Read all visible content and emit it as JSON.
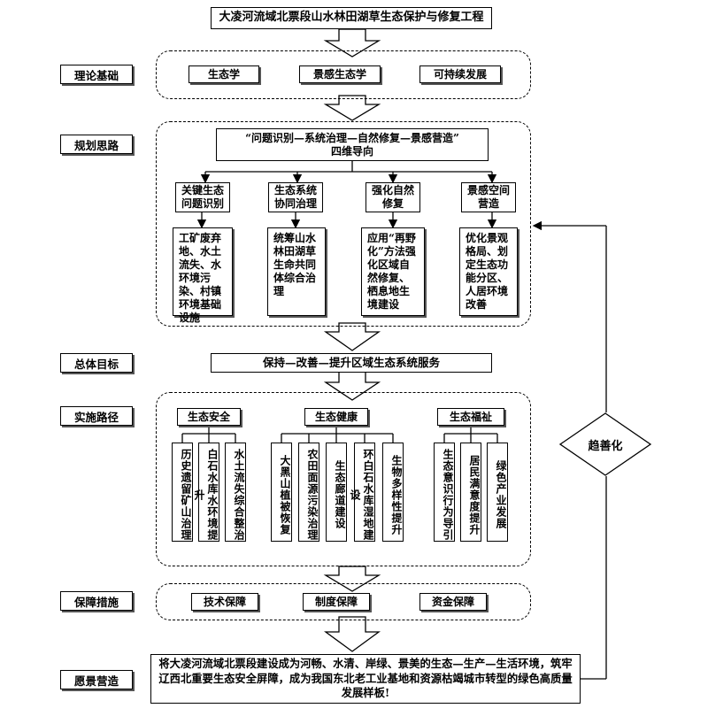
{
  "title": "大凌河流域北票段山水林田湖草生态保护与修复工程",
  "side_labels": [
    "理论基础",
    "规划思路",
    "总体目标",
    "实施路径",
    "保障措施",
    "愿景营造"
  ],
  "theory": [
    "生态学",
    "景感生态学",
    "可持续发展"
  ],
  "planning": {
    "header_line1": "“问题识别—系统治理—自然修复—景感营造”",
    "header_line2": "四维导向",
    "columns": [
      {
        "title": "关键生态问题识别",
        "detail": "工矿废弃地、水土流失、水环境污染、村镇环境基础设施"
      },
      {
        "title": "生态系统协同治理",
        "detail": "统筹山水林田湖草生命共同体综合治理"
      },
      {
        "title": "强化自然修复",
        "detail": "应用“再野化”方法强化区域自然修复、栖息地生境建设"
      },
      {
        "title": "景感空间营造",
        "detail": "优化景观格局、划定生态功能分区、人居环境改善"
      }
    ]
  },
  "goal": "保持—改善—提升区域生态系统服务",
  "paths": {
    "groups": [
      "生态安全",
      "生态健康",
      "生态福祉"
    ],
    "security": [
      "历史遗留矿山治理",
      "白石水库水环境提升",
      "水土流失综合整治"
    ],
    "health": [
      "大黑山植被恢复",
      "农田面源污染治理",
      "生态廊道建设",
      "环白石水库湿地建设",
      "生物多样性提升"
    ],
    "welfare": [
      "生态意识行为导引",
      "居民满意度提升",
      "绿色产业发展"
    ]
  },
  "feedback": "趋善化",
  "guarantee": [
    "技术保障",
    "制度保障",
    "资金保障"
  ],
  "vision": "将大凌河流域北票段建设成为河畅、水清、岸绿、景美的生态—生产—生活环境，筑牢辽西北重要生态安全屏障，成为我国东北老工业基地和资源枯竭城市转型的绿色高质量发展样板!"
}
